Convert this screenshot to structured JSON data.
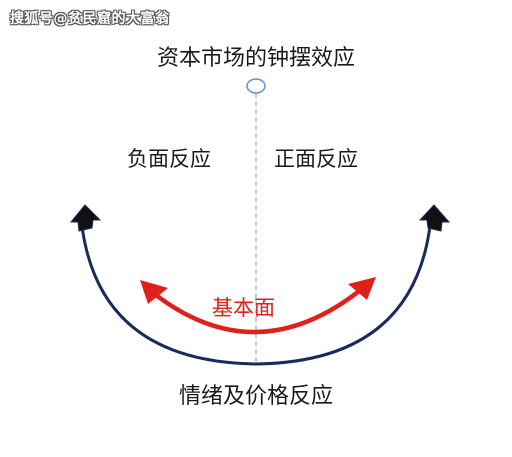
{
  "watermark": "搜狐号@贫民窟的大富翁",
  "title": "资本市场的钟摆效应",
  "left_label": "负面反应",
  "right_label": "正面反应",
  "center_label": "基本面",
  "bottom_label": "情绪及价格反应",
  "colors": {
    "outer_arc": "#1a2a5c",
    "inner_arc": "#e0201b",
    "pendulum_line": "#8aaedc",
    "text": "#1a1a1a"
  }
}
